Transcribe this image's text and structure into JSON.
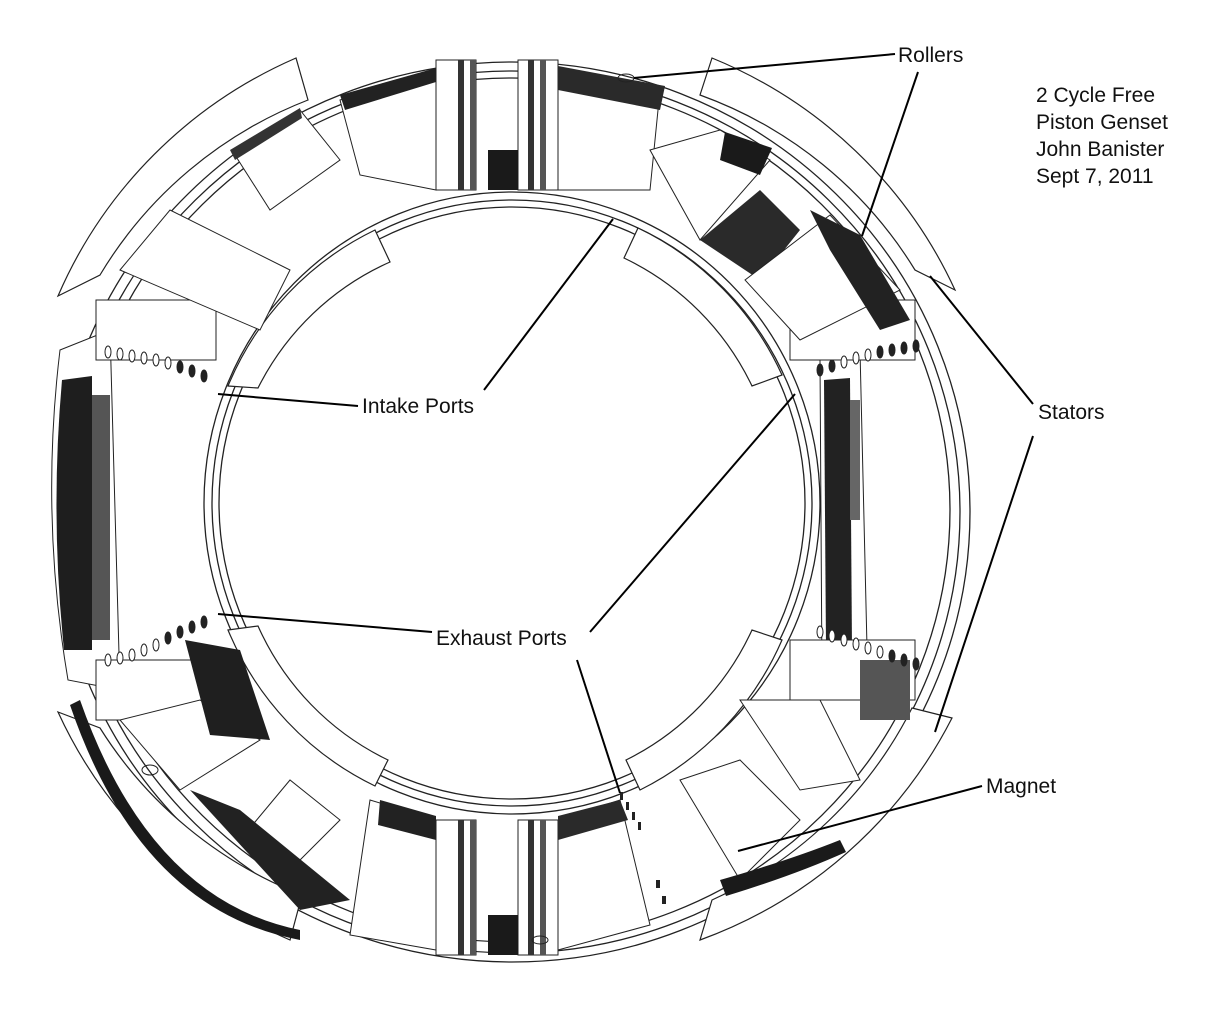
{
  "title_lines": [
    "2 Cycle Free",
    "Piston Genset",
    "John Banister",
    "Sept 7, 2011"
  ],
  "labels": {
    "rollers": "Rollers",
    "intake_ports": "Intake Ports",
    "stators": "Stators",
    "exhaust_ports": "Exhaust Ports",
    "magnet": "Magnet"
  },
  "colors": {
    "line": "#222222",
    "dark": "#1a1a1a",
    "mid": "#5a5a5a",
    "light": "#9a9a9a"
  }
}
